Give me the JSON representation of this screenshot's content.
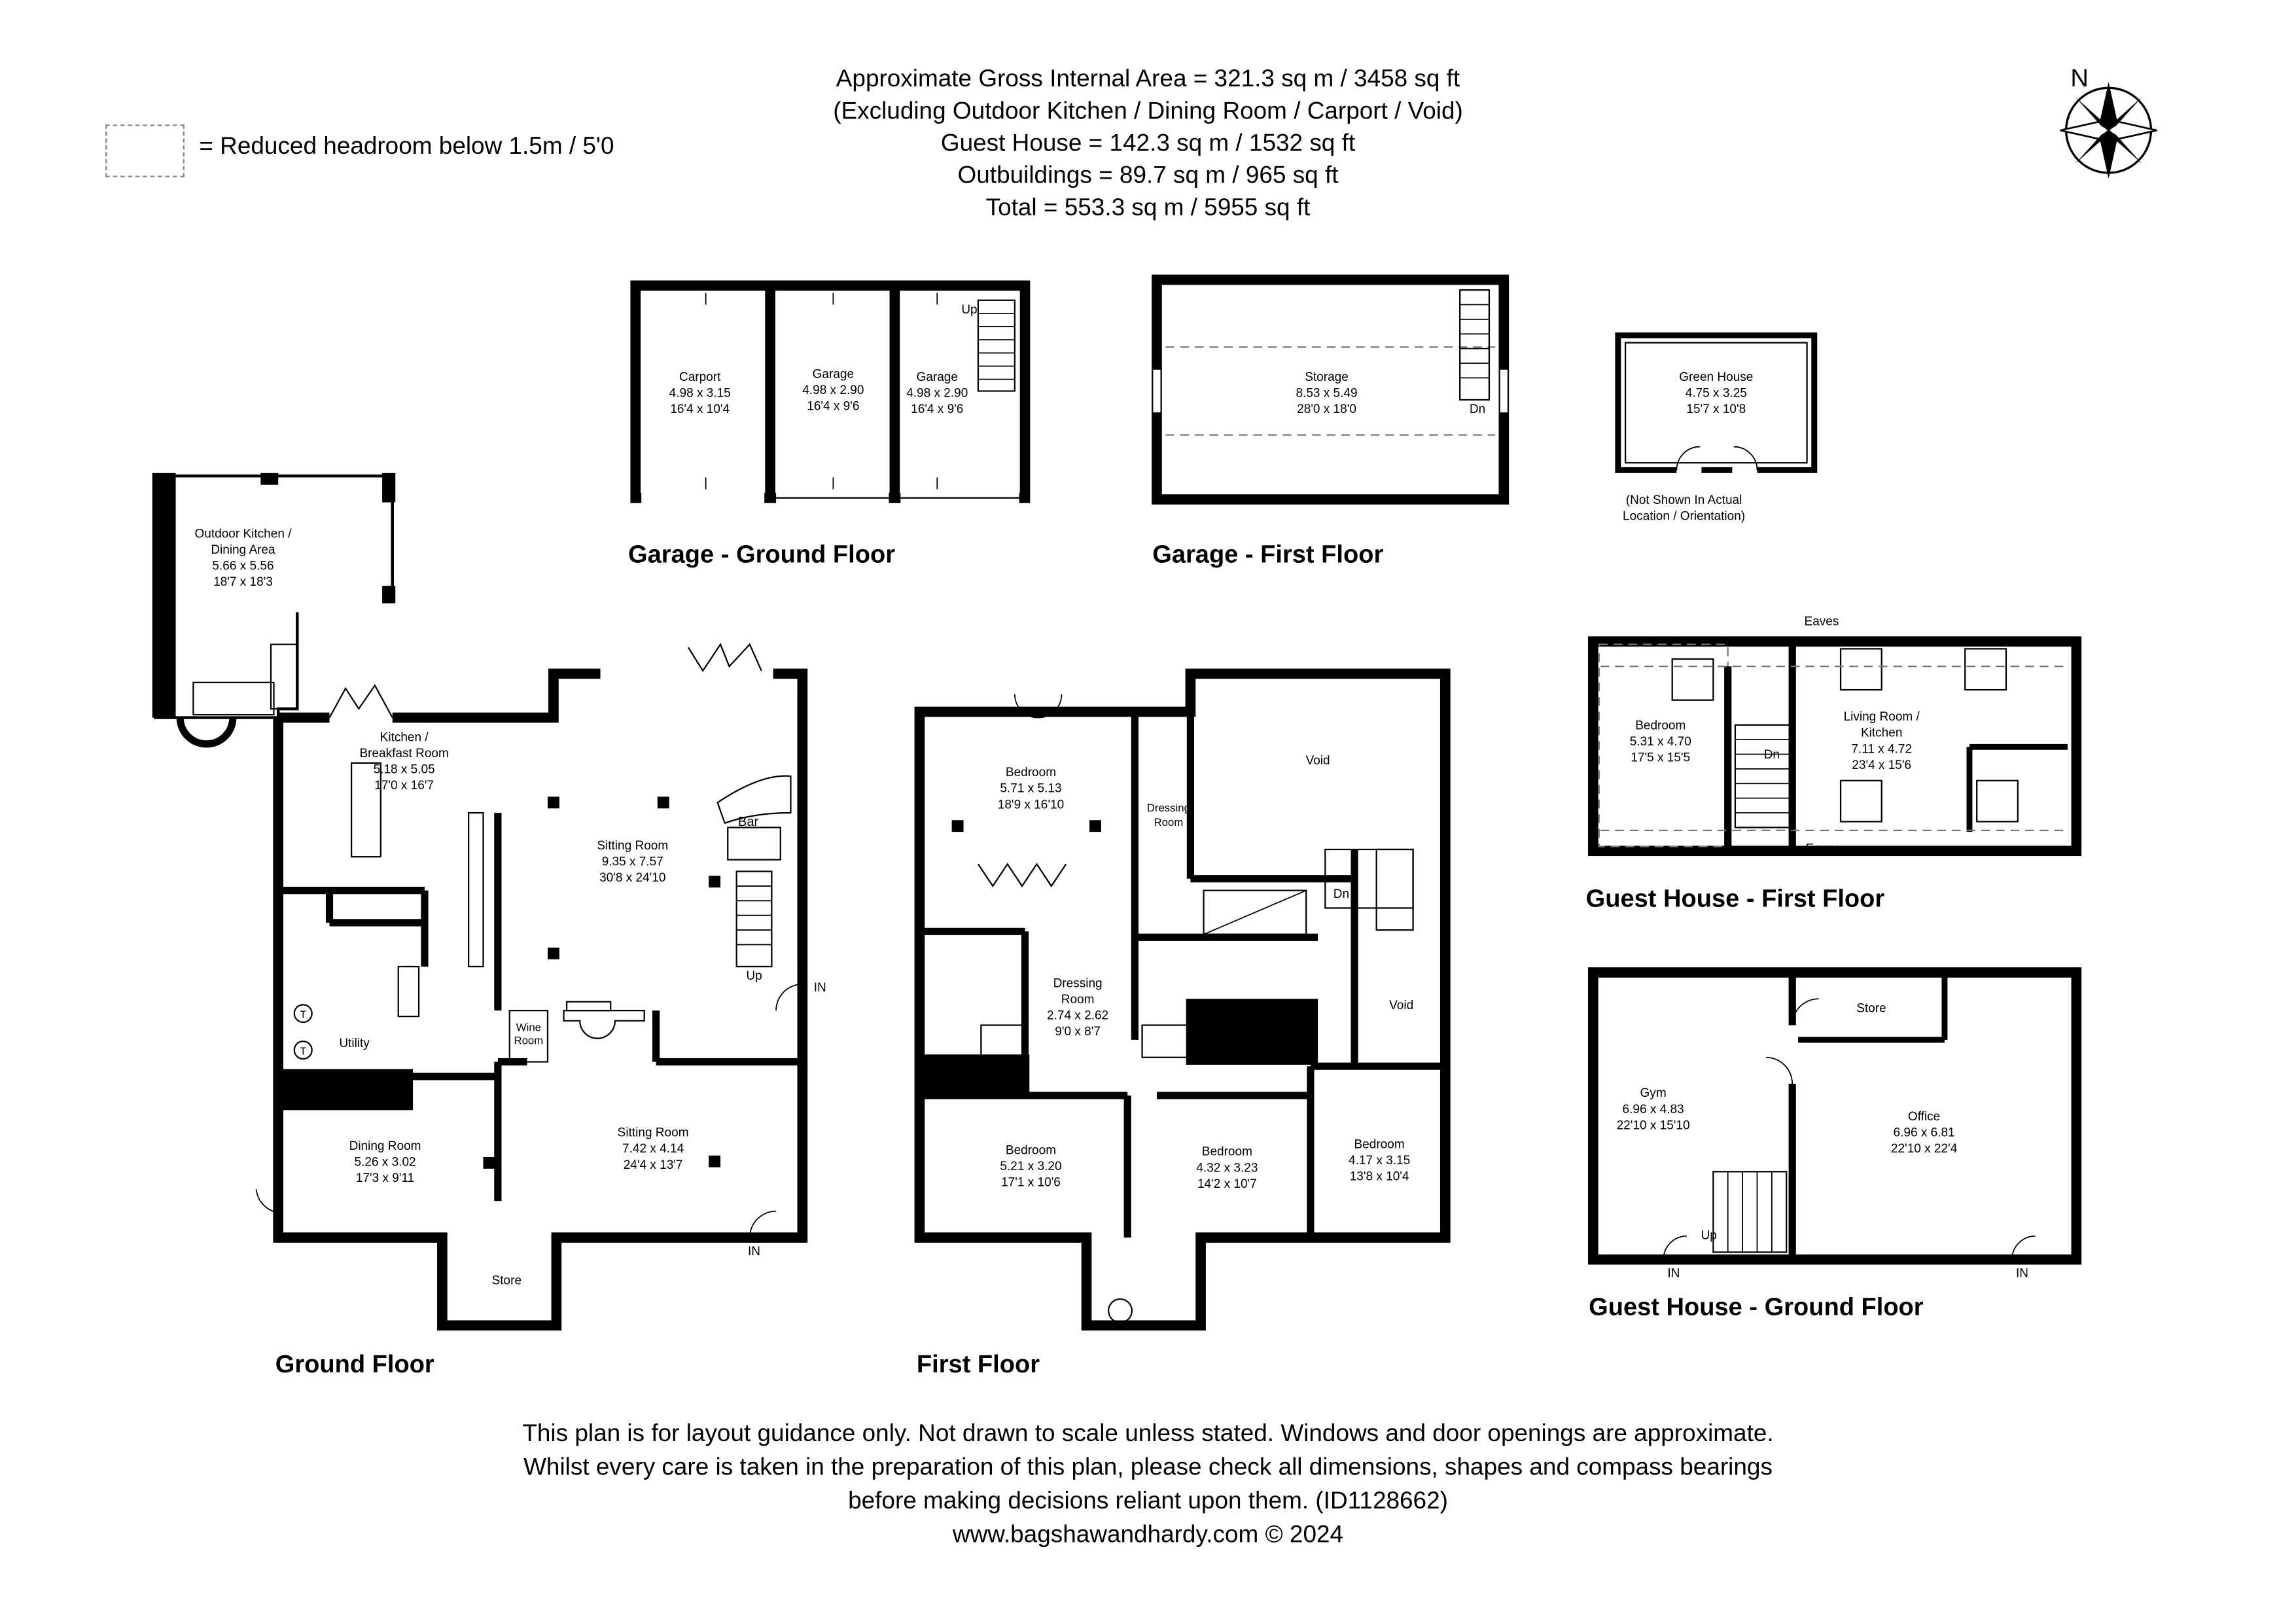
{
  "header": {
    "line1": "Approximate Gross Internal Area = 321.3 sq m / 3458 sq ft",
    "line2": "(Excluding Outdoor Kitchen / Dining Room / Carport / Void)",
    "line3": "Guest House = 142.3 sq m / 1532 sq ft",
    "line4": "Outbuildings = 89.7 sq m / 965 sq ft",
    "line5": "Total = 553.3 sq m / 5955 sq ft"
  },
  "legend": {
    "label": "= Reduced headroom below 1.5m / 5'0"
  },
  "compass": {
    "label": "N"
  },
  "plans": {
    "garage_ground": "Garage - Ground Floor",
    "garage_first": "Garage - First Floor",
    "ground": "Ground Floor",
    "first": "First Floor",
    "guest_first": "Guest House - First Floor",
    "guest_ground": "Guest House - Ground Floor"
  },
  "rooms": {
    "carport": {
      "name": "Carport",
      "metric": "4.98 x 3.15",
      "imperial": "16'4 x 10'4"
    },
    "garage1": {
      "name": "Garage",
      "metric": "4.98 x 2.90",
      "imperial": "16'4 x 9'6"
    },
    "garage2": {
      "name": "Garage",
      "metric": "4.98 x 2.90",
      "imperial": "16'4 x 9'6"
    },
    "storage": {
      "name": "Storage",
      "metric": "8.53 x 5.49",
      "imperial": "28'0 x 18'0"
    },
    "greenhouse": {
      "name": "Green House",
      "metric": "4.75 x 3.25",
      "imperial": "15'7 x 10'8"
    },
    "outdoor_kitchen": {
      "name1": "Outdoor Kitchen /",
      "name2": "Dining Area",
      "metric": "5.66 x 5.56",
      "imperial": "18'7 x 18'3"
    },
    "kitchen": {
      "name1": "Kitchen /",
      "name2": "Breakfast Room",
      "metric": "5.18 x 5.05",
      "imperial": "17'0 x 16'7"
    },
    "sitting1": {
      "name": "Sitting Room",
      "metric": "9.35 x 7.57",
      "imperial": "30'8 x 24'10"
    },
    "sitting2": {
      "name": "Sitting Room",
      "metric": "7.42 x 4.14",
      "imperial": "24'4 x 13'7"
    },
    "dining": {
      "name": "Dining Room",
      "metric": "5.26 x 3.02",
      "imperial": "17'3 x 9'11"
    },
    "bed_main": {
      "name": "Bedroom",
      "metric": "5.71 x 5.13",
      "imperial": "18'9 x 16'10"
    },
    "dressing2": {
      "name1": "Dressing",
      "name2": "Room",
      "metric": "2.74 x 2.62",
      "imperial": "9'0 x 8'7"
    },
    "bed2": {
      "name": "Bedroom",
      "metric": "5.21 x 3.20",
      "imperial": "17'1 x 10'6"
    },
    "bed3": {
      "name": "Bedroom",
      "metric": "4.32 x 3.23",
      "imperial": "14'2 x 10'7"
    },
    "bed4": {
      "name": "Bedroom",
      "metric": "4.17 x 3.15",
      "imperial": "13'8 x 10'4"
    },
    "gh_bed": {
      "name": "Bedroom",
      "metric": "5.31 x 4.70",
      "imperial": "17'5 x 15'5"
    },
    "gh_living": {
      "name1": "Living Room /",
      "name2": "Kitchen",
      "metric": "7.11 x 4.72",
      "imperial": "23'4 x 15'6"
    },
    "gym": {
      "name": "Gym",
      "metric": "6.96 x 4.83",
      "imperial": "22'10 x 15'10"
    },
    "office": {
      "name": "Office",
      "metric": "6.96 x 6.81",
      "imperial": "22'10 x 22'4"
    }
  },
  "labels": {
    "up": "Up",
    "dn": "Dn",
    "in": "IN",
    "bar": "Bar",
    "utility": "Utility",
    "wine1": "Wine",
    "wine2": "Room",
    "store": "Store",
    "void": "Void",
    "dressing1_a": "Dressing",
    "dressing1_b": "Room",
    "eaves": "Eaves",
    "not_shown1": "(Not Shown In Actual",
    "not_shown2": "Location / Orientation)",
    "appliance_t": "T"
  },
  "footer": {
    "line1": "This plan is for layout guidance only. Not drawn to scale unless stated. Windows and door openings are approximate.",
    "line2": "Whilst every care is taken in the preparation of this plan, please check all dimensions, shapes and compass bearings",
    "line3": "before making decisions reliant upon them. (ID1128662)",
    "line4": "www.bagshawandhardy.com © 2024"
  }
}
